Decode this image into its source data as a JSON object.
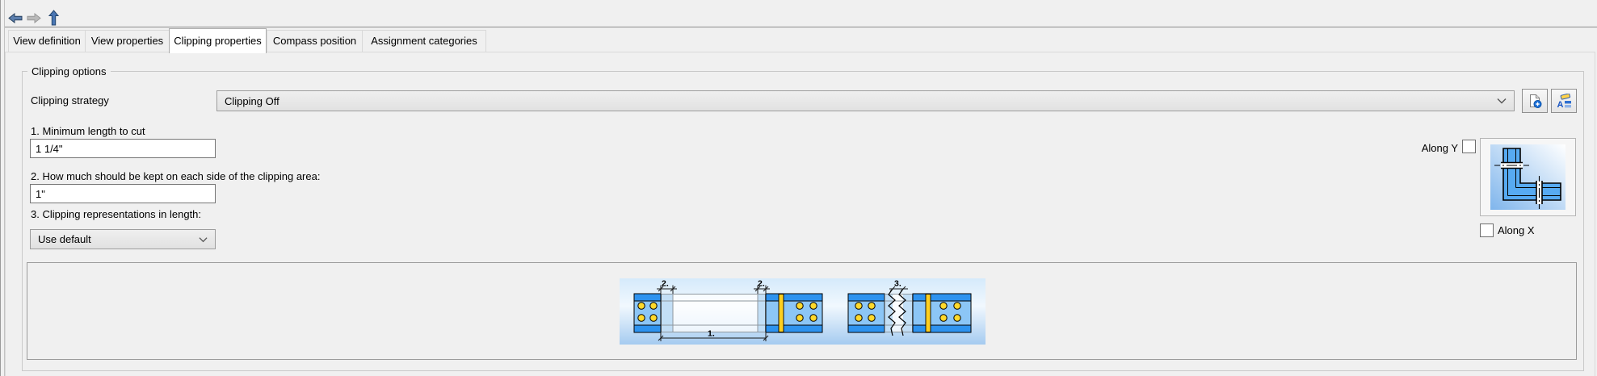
{
  "toolbar": {
    "back_icon": "back-arrow",
    "forward_icon": "forward-arrow",
    "up_icon": "up-arrow"
  },
  "tabs": [
    {
      "label": "View definition",
      "active": false
    },
    {
      "label": "View properties",
      "active": false
    },
    {
      "label": "Clipping properties",
      "active": true
    },
    {
      "label": "Compass position",
      "active": false
    },
    {
      "label": "Assignment categories",
      "active": false
    }
  ],
  "clipping_options": {
    "title": "Clipping options",
    "strategy": {
      "label": "Clipping strategy",
      "value": "Clipping Off"
    },
    "buttons": {
      "new_icon": "new-document-icon",
      "edit_icon": "edit-list-icon"
    },
    "fields": [
      {
        "label": "1. Minimum length to cut",
        "value": "1 1/4\""
      },
      {
        "label": "2. How much should be kept on each side of the clipping area:",
        "value": "1\""
      },
      {
        "label": "3. Clipping representations in length:",
        "value": "Use default"
      }
    ],
    "along_y": {
      "label": "Along Y",
      "checked": false
    },
    "along_x": {
      "label": "Along X",
      "checked": false
    }
  },
  "diagram": {
    "labels": {
      "d1": "1.",
      "d2_left": "2.",
      "d2_right": "2.",
      "d3": "3."
    }
  },
  "colors": {
    "flange_blue": "#2e93ef",
    "web_blue": "#8cc6f6",
    "bolt_yellow": "#ffd92b",
    "plate_yellow": "#ffcf1f",
    "dialog_bg": "#f0f0f0"
  }
}
